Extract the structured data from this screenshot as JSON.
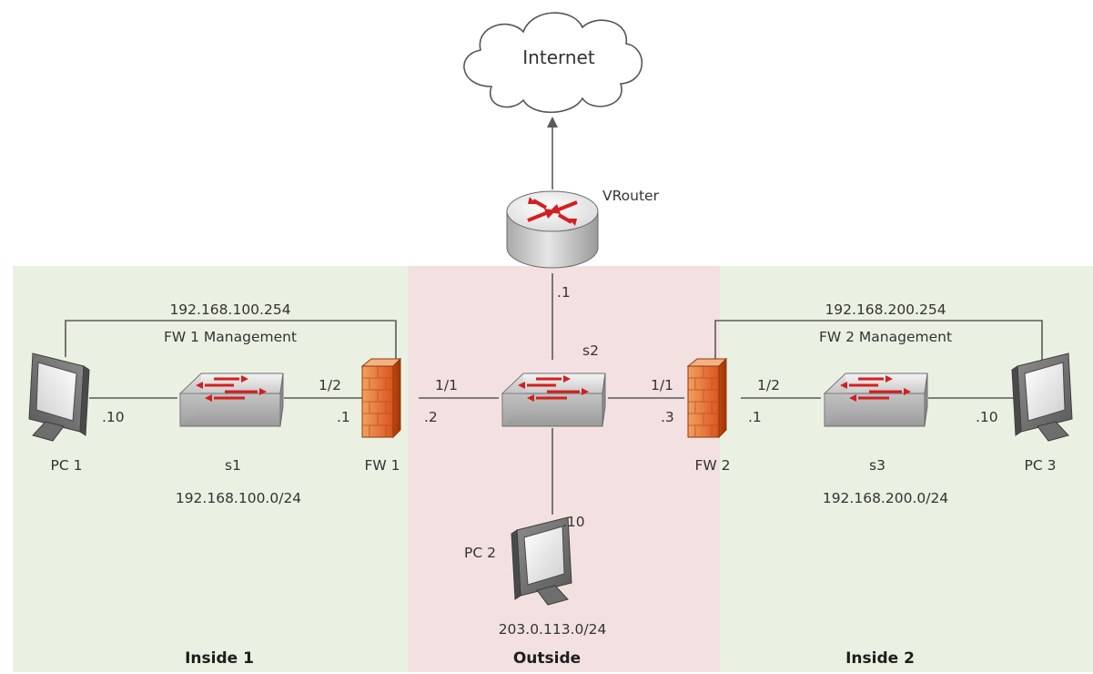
{
  "zones": {
    "inside1": "Inside 1",
    "outside": "Outside",
    "inside2": "Inside 2"
  },
  "colors": {
    "inside_zone": "#eaf1e2",
    "outside_zone": "#f3e1e1",
    "router_arrow": "#d41f1f",
    "firewall": "#e96b2a"
  },
  "nodes": {
    "internet": "Internet",
    "vrouter": "VRouter",
    "s1": "s1",
    "s2": "s2",
    "s3": "s3",
    "fw1": "FW 1",
    "fw2": "FW 2",
    "pc1": "PC 1",
    "pc2": "PC 2",
    "pc3": "PC 3"
  },
  "subnets": {
    "inside1": "192.168.100.0/24",
    "outside": "203.0.113.0/24",
    "inside2": "192.168.200.0/24"
  },
  "management": {
    "fw1_ip": "192.168.100.254",
    "fw1_label": "FW 1 Management",
    "fw2_ip": "192.168.200.254",
    "fw2_label": "FW 2 Management"
  },
  "interfaces": {
    "vrouter_s2": ".1",
    "pc1_s1": ".10",
    "fw1_port_inside": "1/2",
    "fw1_ip_inside": ".1",
    "fw1_port_outside": "1/1",
    "fw1_ip_outside": ".2",
    "fw2_port_outside": "1/1",
    "fw2_ip_outside": ".3",
    "fw2_port_inside": "1/2",
    "fw2_ip_inside": ".1",
    "pc3_s3": ".10",
    "pc2_s2": ".10"
  },
  "icons": {
    "cloud": "cloud-icon",
    "router": "router-icon",
    "switch": "switch-icon",
    "firewall": "firewall-icon",
    "pc": "pc-icon"
  }
}
